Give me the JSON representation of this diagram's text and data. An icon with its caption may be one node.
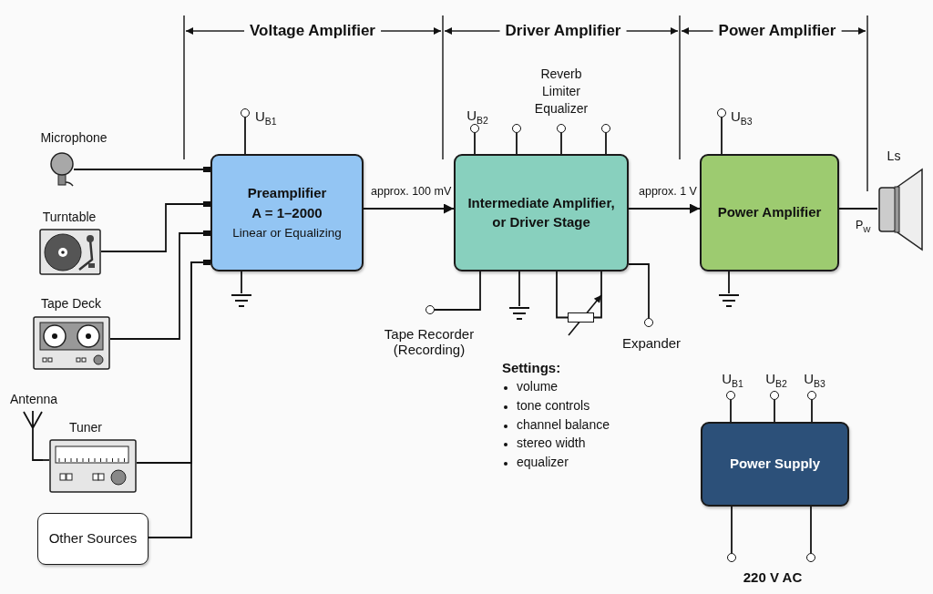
{
  "diagram": {
    "nodes": [
      {
        "text": [
          "Microphone"
        ]
      },
      {
        "text": [
          "Turntable"
        ]
      },
      {
        "text": [
          "Tape Deck"
        ]
      },
      {
        "text": [
          "Antenna"
        ]
      },
      {
        "text": [
          "Tuner"
        ]
      },
      {
        "text": [
          "Other Sources"
        ]
      },
      {
        "text": [
          "Preamplifier",
          "A = 1–2000",
          "Linear or Equalizing"
        ]
      },
      {
        "text": [
          "Intermediate Amplifier, or Driver Stage"
        ]
      },
      {
        "text": [
          "Power Amplifier"
        ]
      },
      {
        "text": [
          "Ls"
        ]
      },
      {
        "text": [
          "Power Supply"
        ]
      },
      {
        "text": [
          "U$_{B1}$"
        ]
      },
      {
        "text": [
          "U$_{B2}$"
        ]
      },
      {
        "text": [],
        "shape": "circle"
      },
      {
        "text": [],
        "shape": "circle"
      },
      {
        "text": [],
        "shape": "circle"
      },
      {
        "text": [
          "U$_{B3}$"
        ]
      },
      {
        "text": [
          "Tape Recorder (Recording)"
        ]
      },
      {
        "text": [
          "Expander"
        ]
      },
      {
        "text": [],
        "shape": "ground"
      },
      {
        "text": [],
        "shape": "ground"
      },
      {
        "text": [],
        "shape": "resistor"
      },
      {
        "text": [],
        "shape": "ground"
      },
      {
        "text": [
          "U$_{B1}$"
        ]
      },
      {
        "text": [
          "U$_{B2}$"
        ]
      },
      {
        "text": [
          "U$_{B3}$"
        ]
      },
      {
        "text": [],
        "shape": "circle"
      },
      {
        "text": [],
        "shape": "circle"
      }
    ],
    "edges": [
      {
        "from": 0,
        "to": 6,
        "arrow": "other"
      },
      {
        "from": 1,
        "to": 6,
        "arrow": "other"
      },
      {
        "from": 2,
        "to": 6,
        "arrow": "other"
      },
      {
        "from": 3,
        "to": 4,
        "arrow": "none"
      },
      {
        "from": 4,
        "to": 6,
        "arrow": "other"
      },
      {
        "from": 5,
        "to": 6,
        "arrow": "other"
      },
      {
        "from": 6,
        "to": 7,
        "arrow": "to",
        "label": "approx. 100 mV"
      },
      {
        "from": 7,
        "to": 8,
        "arrow": "to",
        "label": "approx. 1 V"
      },
      {
        "from": 8,
        "to": 9,
        "arrow": "none",
        "label": "P$_{W}$"
      },
      {
        "from": 11,
        "to": 6,
        "arrow": "none"
      },
      {
        "from": 12,
        "to": 7,
        "arrow": "none"
      },
      {
        "from": 13,
        "to": 7,
        "arrow": "none"
      },
      {
        "from": 14,
        "to": 7,
        "arrow": "none"
      },
      {
        "from": 15,
        "to": 7,
        "arrow": "none"
      },
      {
        "from": 16,
        "to": 8,
        "arrow": "none"
      },
      {
        "from": 6,
        "to": 19,
        "arrow": "none"
      },
      {
        "from": 7,
        "to": 17,
        "arrow": "none"
      },
      {
        "from": 7,
        "to": 20,
        "arrow": "none"
      },
      {
        "from": 7,
        "to": 21,
        "arrow": "none"
      },
      {
        "from": 7,
        "to": 21,
        "arrow": "none"
      },
      {
        "from": 7,
        "to": 18,
        "arrow": "none"
      },
      {
        "from": 8,
        "to": 22,
        "arrow": "none"
      },
      {
        "from": 23,
        "to": 10,
        "arrow": "none"
      },
      {
        "from": 24,
        "to": 10,
        "arrow": "none"
      },
      {
        "from": 25,
        "to": 10,
        "arrow": "none"
      },
      {
        "from": 10,
        "to": 26,
        "arrow": "none"
      },
      {
        "from": 10,
        "to": 27,
        "arrow": "none"
      }
    ],
    "labels": [
      "Voltage Amplifier",
      "Driver Amplifier",
      "Power Amplifier",
      "Reverb Limiter Equalizer",
      "Settings:",
      "volume",
      "tone controls",
      "channel balance",
      "stereo width",
      "equalizer",
      "220 V AC"
    ]
  }
}
